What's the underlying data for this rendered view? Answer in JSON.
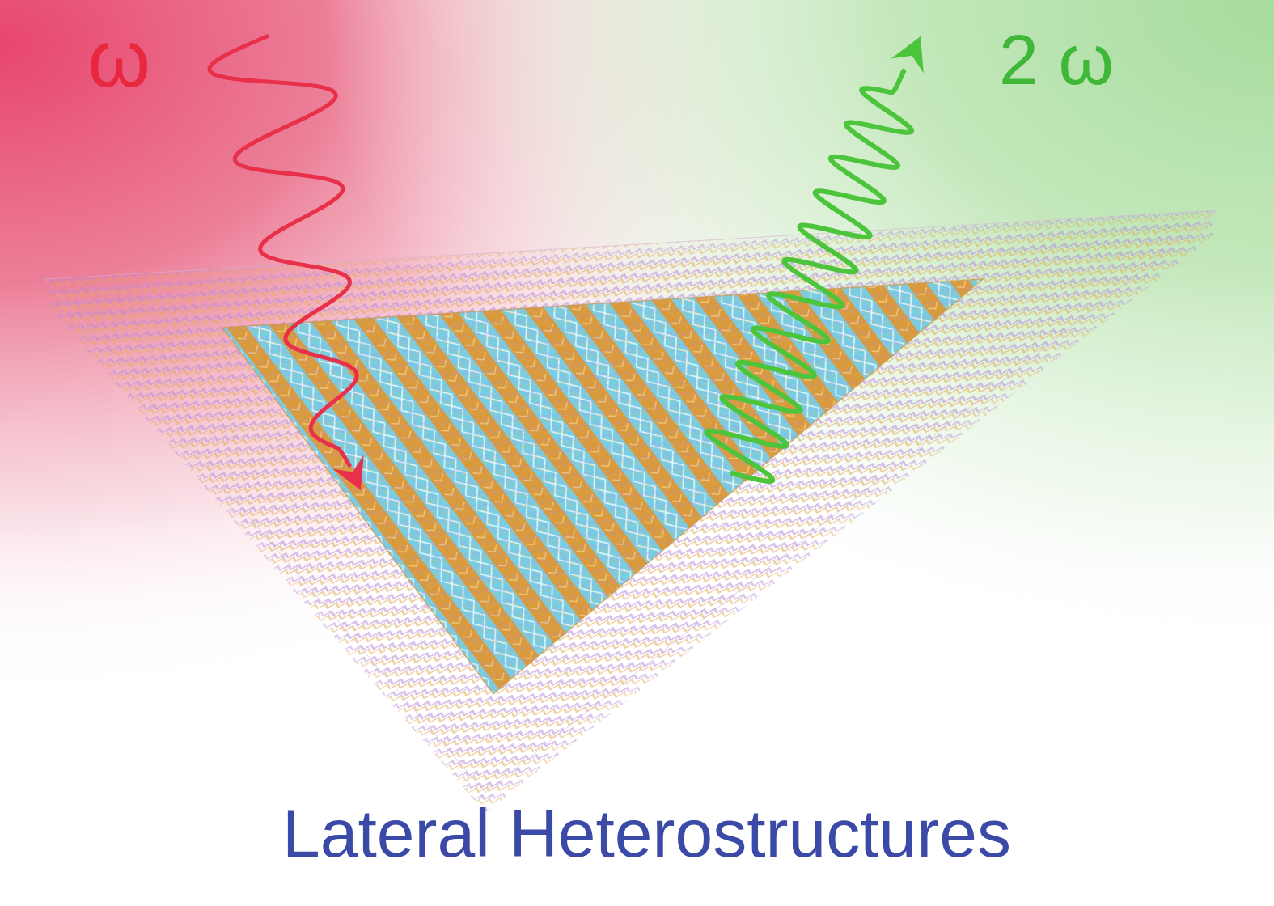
{
  "diagram": {
    "caption": "Lateral Heterostructures",
    "labels": [
      "ω",
      "2 ω"
    ]
  }
}
